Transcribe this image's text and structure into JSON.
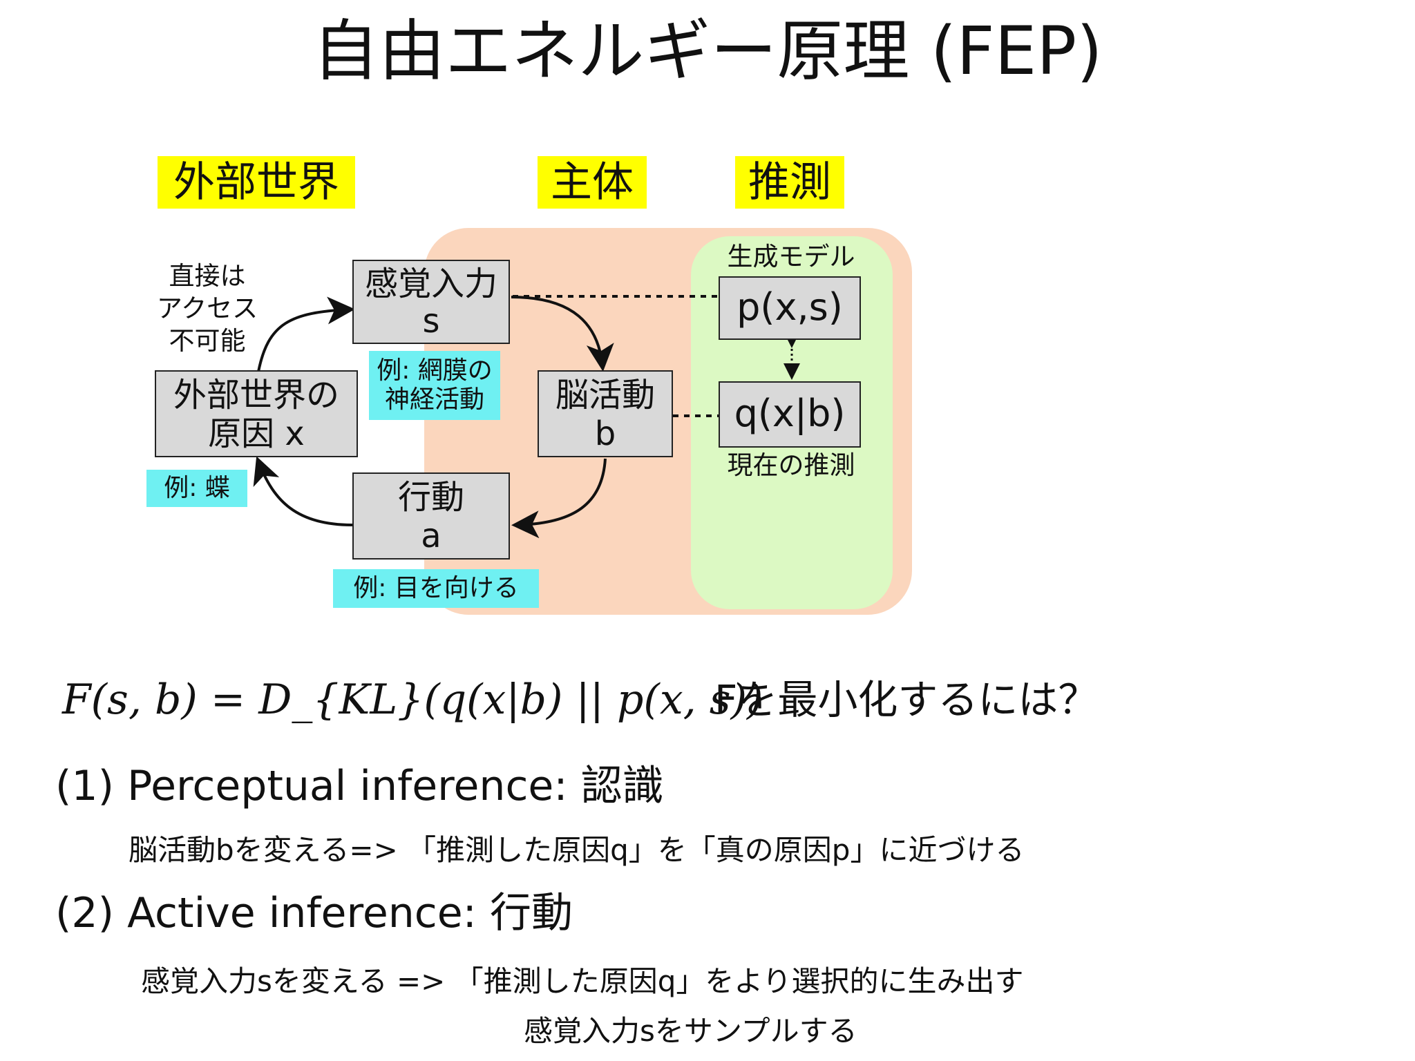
{
  "title": "自由エネルギー原理 (FEP)",
  "tags": {
    "external_world": "外部世界",
    "subject": "主体",
    "inference": "推測"
  },
  "notes": {
    "no_direct_access": [
      "直接は",
      "アクセス",
      "不可能"
    ],
    "generative_model": "生成モデル",
    "current_inference": "現在の推測"
  },
  "boxes": {
    "external_cause": [
      "外部世界の",
      "原因 x"
    ],
    "sensory_input": [
      "感覚入力",
      "s"
    ],
    "brain_activity": [
      "脳活動",
      "b"
    ],
    "action": [
      "行動",
      "a"
    ],
    "p_model": "p(x,s)",
    "q_model": "q(x|b)"
  },
  "examples": {
    "butterfly": "例: 蝶",
    "retina": [
      "例: 網膜の",
      "神経活動"
    ],
    "gaze": "例: 目を向ける"
  },
  "formula": "F(s, b) = D_{KL}(q(x|b) || p(x, s))",
  "question": "Fを最小化するには？",
  "items": [
    {
      "heading": "(1) Perceptual inference: 認識",
      "lines": [
        "脳活動bを変える=> 「推測した原因q」を「真の原因p」に近づける"
      ]
    },
    {
      "heading": "(2) Active inference: 行動",
      "lines": [
        "感覚入力sを変える => 「推測した原因q」をより選択的に生み出す",
        "感覚入力sをサンプルする"
      ]
    }
  ],
  "colors": {
    "highlight_yellow": "#ffff00",
    "example_cyan": "#6ff0f2",
    "subject_region": "#fbd6bd",
    "inference_region": "#dcf9c3",
    "box_fill": "#d9d9d9"
  }
}
